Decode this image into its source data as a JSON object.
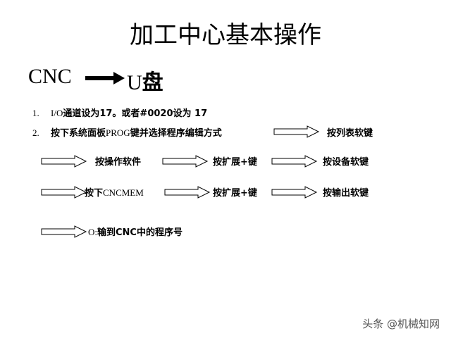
{
  "title": "加工中心基本操作",
  "subhead": {
    "left": "CNC",
    "right_prefix": "U",
    "right_suffix": "盘"
  },
  "steps": [
    {
      "num": "1.",
      "text_a": "I/O",
      "text_b": "通道设为17。或者#0020设为 17"
    },
    {
      "num": "2.",
      "text_a": "按下系统面板",
      "text_b": "PROG",
      "text_c": "键并选择程序编辑方式"
    }
  ],
  "flow": {
    "r1_end": "按列表软键",
    "r2": [
      "按操作软件",
      "按扩展+键",
      "按设备软键"
    ],
    "r3_a_prefix": "按下",
    "r3_a_code": "CNCMEM",
    "r3": [
      "按扩展+键",
      "按输出软键"
    ],
    "r4_prefix": "O:",
    "r4_text": "输到CNC中的程序号"
  },
  "watermark": "头条 @机械知网"
}
